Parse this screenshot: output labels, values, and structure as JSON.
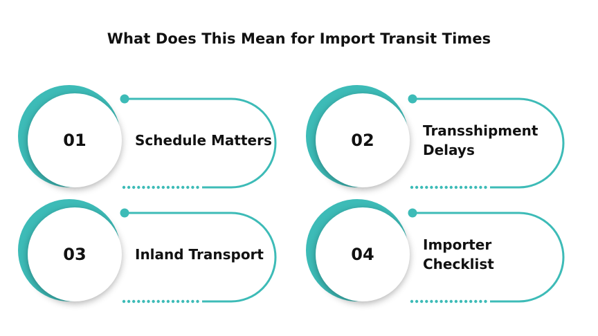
{
  "title": "What Does This Mean for Import Transit Times",
  "colors": {
    "accent": "#3dbbb7",
    "text": "#111111"
  },
  "items": [
    {
      "number": "01",
      "label": "Schedule Matters"
    },
    {
      "number": "02",
      "label": "Transshipment Delays"
    },
    {
      "number": "03",
      "label": "Inland Transport"
    },
    {
      "number": "04",
      "label": "Importer Checklist"
    }
  ]
}
